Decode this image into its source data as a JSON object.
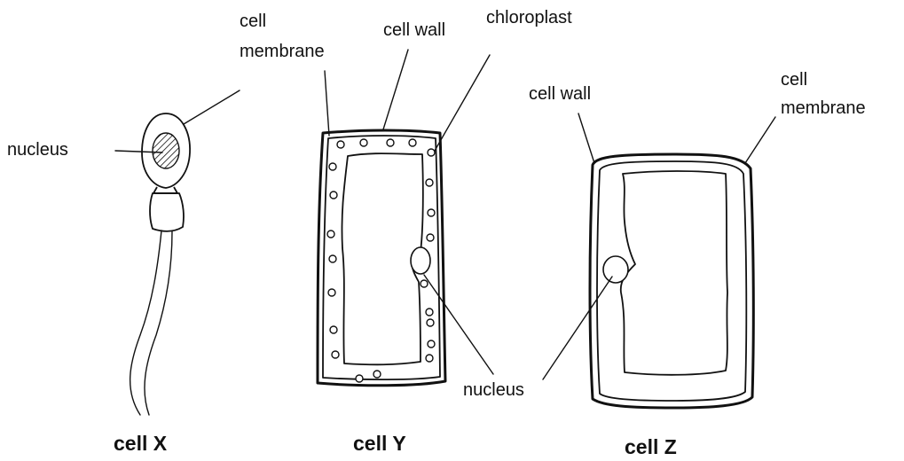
{
  "labels": {
    "cell_membrane_y_line1": "cell",
    "cell_membrane_y_line2": "membrane",
    "cell_wall_y": "cell wall",
    "chloroplast": "chloroplast",
    "nucleus_x": "nucleus",
    "cell_wall_z": "cell wall",
    "cell_membrane_z_line1": "cell",
    "cell_membrane_z_line2": "membrane",
    "nucleus_yz": "nucleus"
  },
  "captions": {
    "cell_x": "cell X",
    "cell_y": "cell Y",
    "cell_z": "cell Z"
  },
  "colors": {
    "ink": "#111111",
    "background": "#ffffff"
  }
}
